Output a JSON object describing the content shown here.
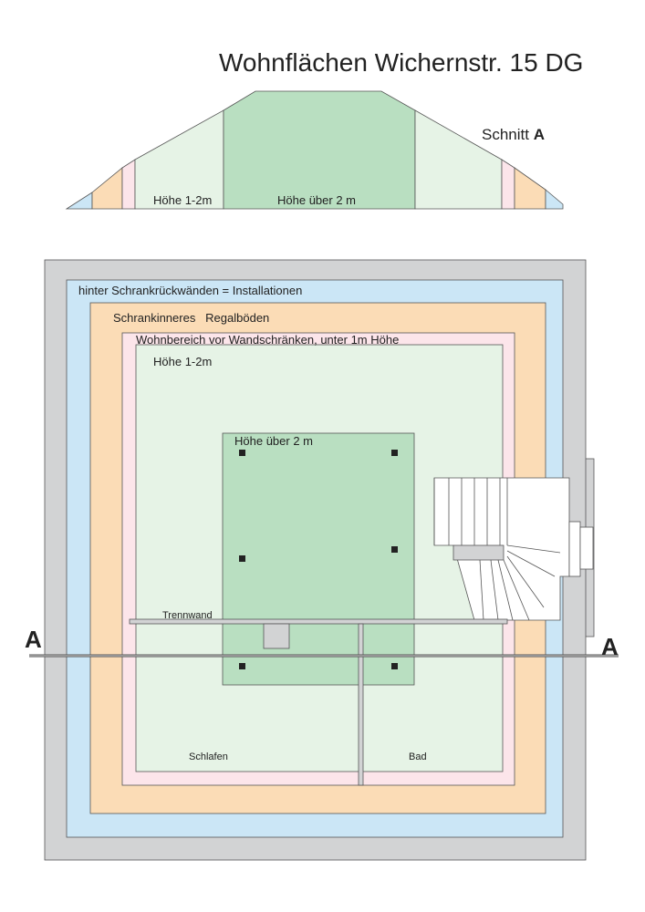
{
  "title": "Wohnflächen Wichernstr. 15 DG",
  "section": {
    "label_prefix": "Schnitt ",
    "label_letter": "A",
    "height_low": "Höhe 1-2m",
    "height_high": "Höhe über 2 m"
  },
  "plan": {
    "zone_installations": "hinter Schrankrückwänden = Installationen",
    "zone_cabinet": "Schrankinneres   Regalböden",
    "zone_front": "Wohnbereich vor Wandschränken, unter 1m Höhe",
    "zone_low": "Höhe 1-2m",
    "zone_high": "Höhe über 2 m",
    "partition_label": "Trennwand",
    "room_bedroom": "Schlafen",
    "room_bath": "Bad",
    "cut_marker_left": "A",
    "cut_marker_right": "A"
  },
  "colors": {
    "outer_wall": "#d2d3d4",
    "installations": "#cbe6f6",
    "cabinet": "#fbdcb6",
    "front_zone": "#fce5ea",
    "low_zone": "#e6f3e6",
    "high_zone": "#b9dfc1",
    "line": "#555555"
  }
}
